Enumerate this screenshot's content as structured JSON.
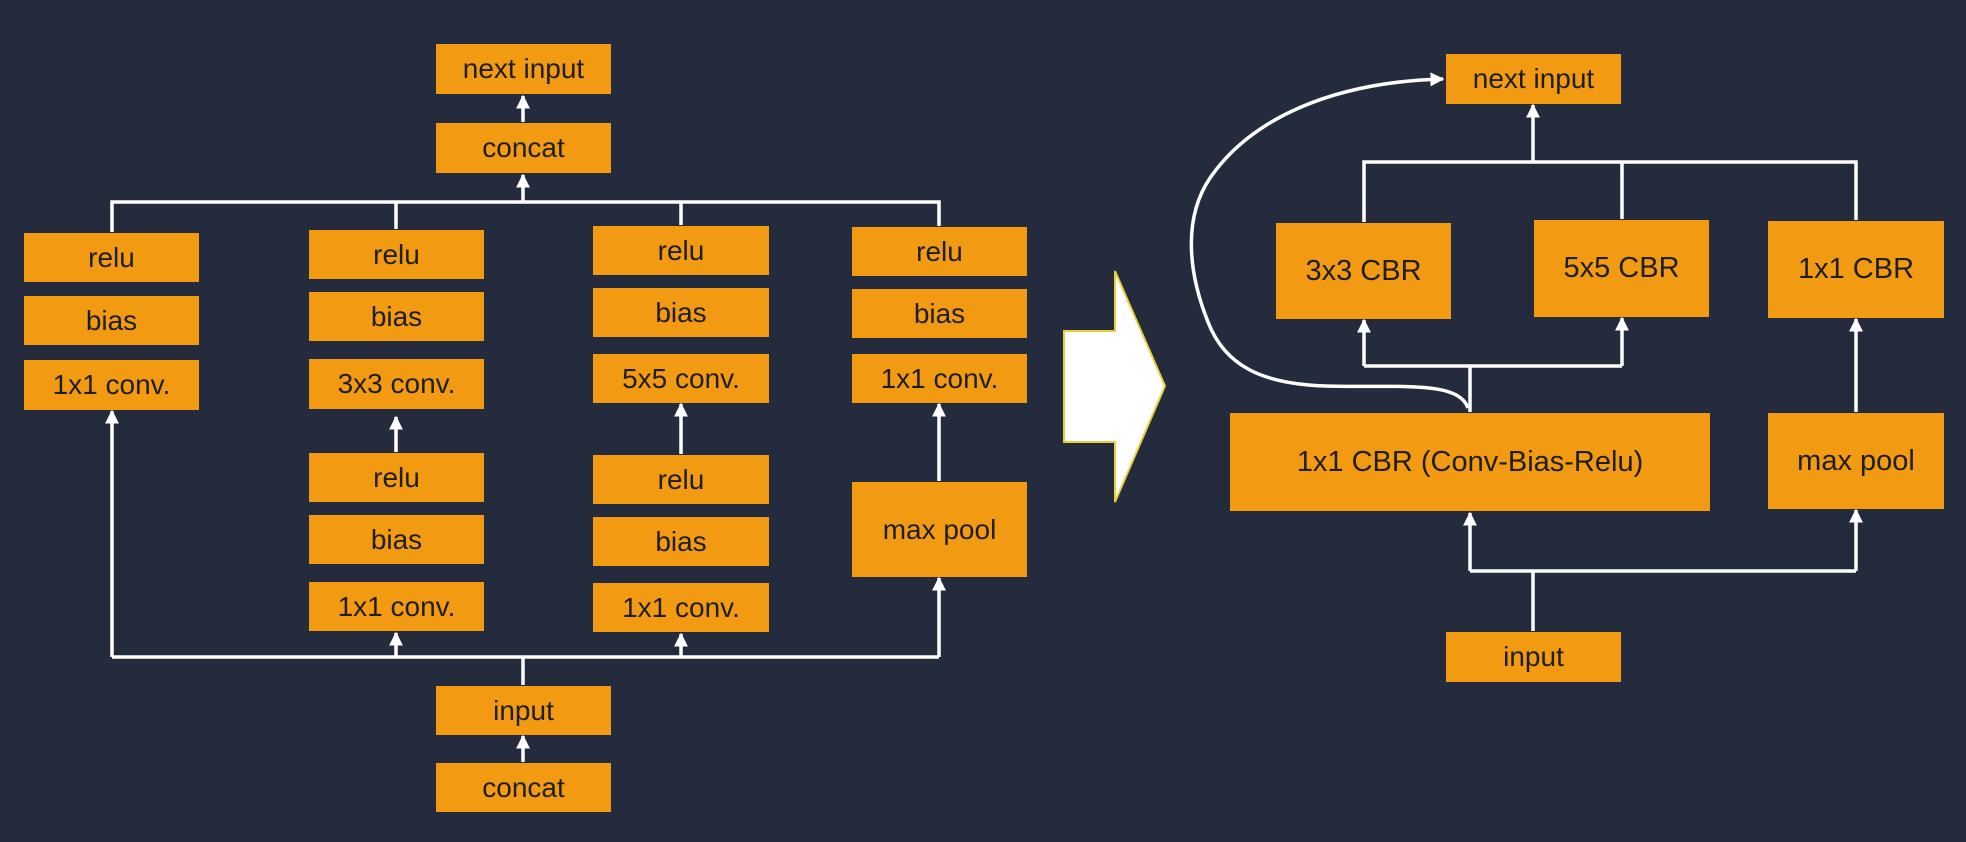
{
  "left": {
    "output": [
      "next input",
      "concat"
    ],
    "branches": [
      [
        "relu",
        "bias",
        "1x1 conv."
      ],
      [
        "relu",
        "bias",
        "3x3 conv.",
        "relu",
        "bias",
        "1x1 conv."
      ],
      [
        "relu",
        "bias",
        "5x5 conv.",
        "relu",
        "bias",
        "1x1 conv."
      ],
      [
        "relu",
        "bias",
        "1x1 conv.",
        "max pool"
      ]
    ],
    "input": [
      "input",
      "concat"
    ]
  },
  "right": {
    "next_input": "next input",
    "cbr_3x3": "3x3 CBR",
    "cbr_5x5": "5x5 CBR",
    "cbr_1x1": "1x1 CBR",
    "cbr_merged": "1x1 CBR (Conv-Bias-Relu)",
    "max_pool": "max pool",
    "input": "input"
  },
  "colors": {
    "background": "#232b3c",
    "box": "#f29a12",
    "connector": "#ffffff",
    "transform_arrow": "#ffffff",
    "transform_arrow_outline": "#e8cf3a"
  },
  "icons": {
    "transform": "right-arrow-icon"
  }
}
